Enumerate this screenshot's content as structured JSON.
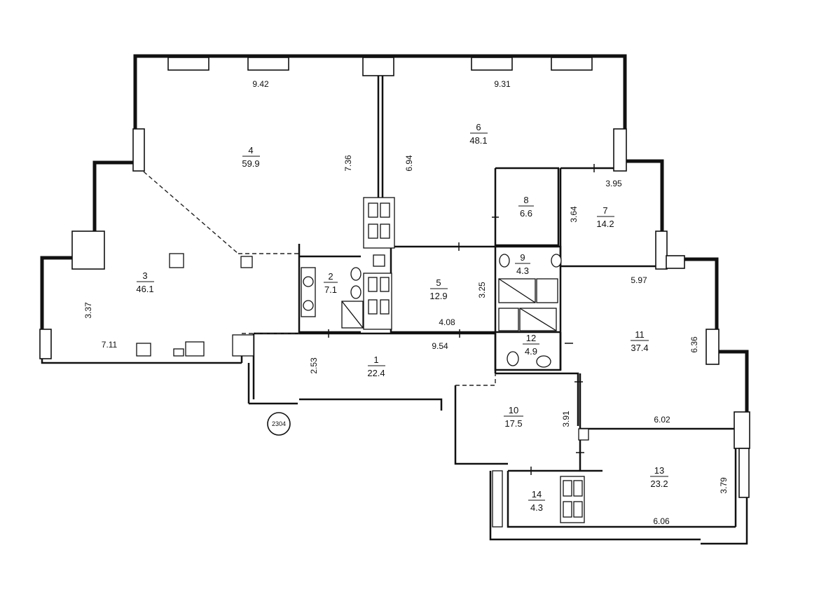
{
  "plan": {
    "apartment_number": "2304",
    "rooms": [
      {
        "id": "1",
        "number": "1",
        "area": "22.4"
      },
      {
        "id": "2",
        "number": "2",
        "area": "7.1"
      },
      {
        "id": "3",
        "number": "3",
        "area": "46.1"
      },
      {
        "id": "4",
        "number": "4",
        "area": "59.9"
      },
      {
        "id": "5",
        "number": "5",
        "area": "12.9"
      },
      {
        "id": "6",
        "number": "6",
        "area": "48.1"
      },
      {
        "id": "7",
        "number": "7",
        "area": "14.2"
      },
      {
        "id": "8",
        "number": "8",
        "area": "6.6"
      },
      {
        "id": "9",
        "number": "9",
        "area": "4.3"
      },
      {
        "id": "10",
        "number": "10",
        "area": "17.5"
      },
      {
        "id": "11",
        "number": "11",
        "area": "37.4"
      },
      {
        "id": "12",
        "number": "12",
        "area": "4.9"
      },
      {
        "id": "13",
        "number": "13",
        "area": "23.2"
      },
      {
        "id": "14",
        "number": "14",
        "area": "4.3"
      }
    ],
    "dimensions": {
      "d942": "9.42",
      "d931": "9.31",
      "d736": "7.36",
      "d694": "6.94",
      "d395": "3.95",
      "d364": "3.64",
      "d337": "3.37",
      "d711": "7.11",
      "d325": "3.25",
      "d408": "4.08",
      "d954": "9.54",
      "d253": "2.53",
      "d597": "5.97",
      "d636": "6.36",
      "d391": "3.91",
      "d602": "6.02",
      "d379": "3.79",
      "d606": "6.06"
    }
  }
}
